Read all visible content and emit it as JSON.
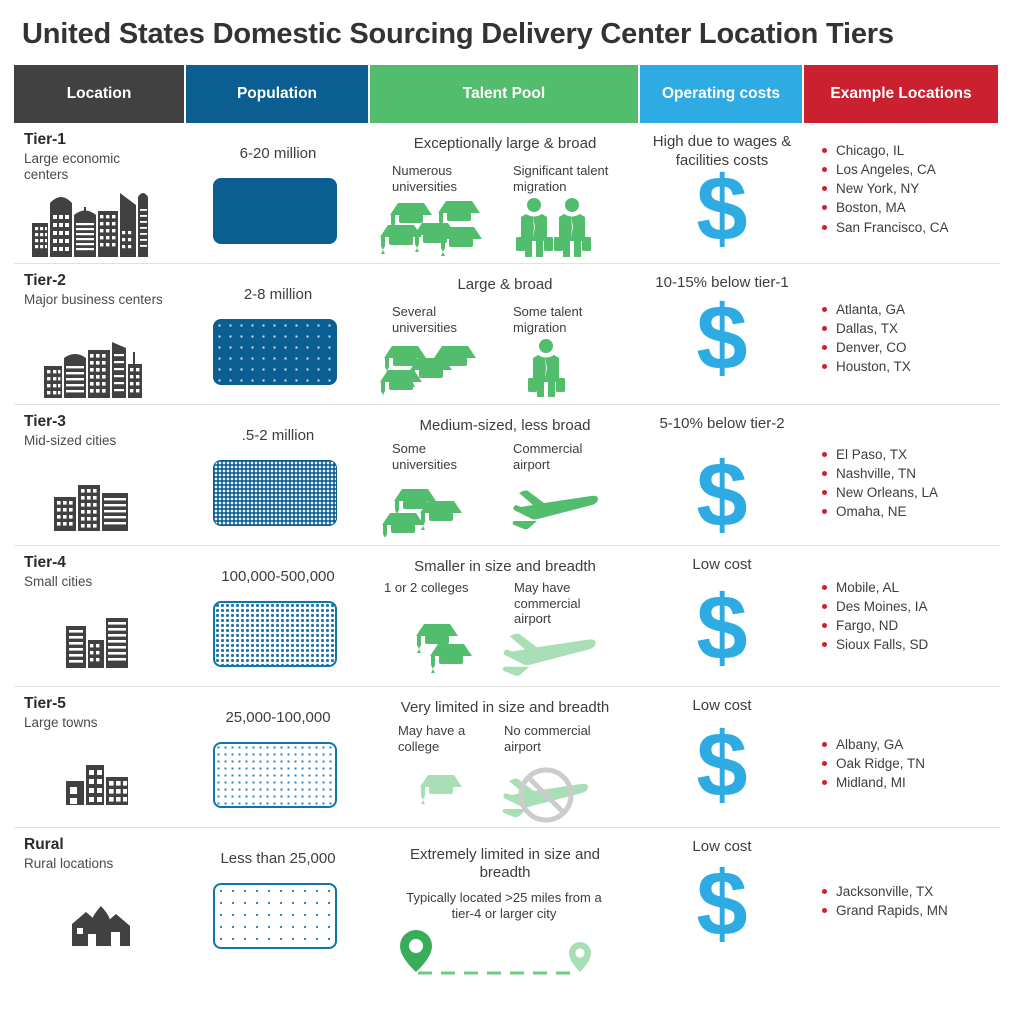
{
  "title": "United States Domestic Sourcing Delivery Center Location Tiers",
  "colors": {
    "location_header": "#414141",
    "population_header": "#0b5e91",
    "talent_header": "#52bd6c",
    "operating_header": "#2eabe2",
    "example_header": "#ca2030",
    "dollar": "#2eabe2",
    "bullet": "#cb2030",
    "green": "#52bd6c",
    "green_light": "#a9dfb6"
  },
  "headers": [
    {
      "label": "Location"
    },
    {
      "label": "Population"
    },
    {
      "label": "Talent Pool"
    },
    {
      "label": "Operating costs"
    },
    {
      "label": "Example Locations"
    }
  ],
  "rows": [
    {
      "tier": "Tier-1",
      "desc": "Large economic centers",
      "city_icon": "skyline-large-icon",
      "population": "6-20 million",
      "talent_head": "Exceptionally large & broad",
      "talent_left_label": "Numerous universities",
      "talent_left_icon": "graduation-caps-many-icon",
      "talent_right_label": "Significant talent migration",
      "talent_right_icon": "two-business-travelers-icon",
      "operating": "High due to wages & facilities costs",
      "examples": [
        "Chicago, IL",
        "Los Angeles, CA",
        "New York, NY",
        "Boston, MA",
        "San Francisco, CA"
      ]
    },
    {
      "tier": "Tier-2",
      "desc": "Major business centers",
      "city_icon": "skyline-medium-icon",
      "population": "2-8 million",
      "talent_head": "Large & broad",
      "talent_left_label": "Several universities",
      "talent_left_icon": "graduation-caps-several-icon",
      "talent_right_label": "Some talent migration",
      "talent_right_icon": "one-business-traveler-icon",
      "operating": "10-15% below tier-1",
      "examples": [
        "Atlanta, GA",
        "Dallas, TX",
        "Denver, CO",
        "Houston, TX"
      ]
    },
    {
      "tier": "Tier-3",
      "desc": "Mid-sized cities",
      "city_icon": "buildings-small-icon",
      "population": ".5-2 million",
      "talent_head": "Medium-sized, less broad",
      "talent_left_label": "Some universities",
      "talent_left_icon": "graduation-caps-some-icon",
      "talent_right_label": "Commercial airport",
      "talent_right_icon": "airplane-icon",
      "operating": "5-10% below tier-2",
      "examples": [
        "El Paso, TX",
        "Nashville, TN",
        "New Orleans, LA",
        "Omaha, NE"
      ]
    },
    {
      "tier": "Tier-4",
      "desc": "Small cities",
      "city_icon": "buildings-two-icon",
      "population": "100,000-500,000",
      "talent_head": "Smaller in size and breadth",
      "talent_left_label": "1 or 2 colleges",
      "talent_left_icon": "graduation-caps-two-icon",
      "talent_right_label": "May have commercial airport",
      "talent_right_icon": "airplane-faded-icon",
      "operating": "Low cost",
      "examples": [
        "Mobile, AL",
        "Des Moines, IA",
        "Fargo, ND",
        "Sioux Falls, SD"
      ]
    },
    {
      "tier": "Tier-5",
      "desc": "Large towns",
      "city_icon": "low-buildings-icon",
      "population": "25,000-100,000",
      "talent_head": "Very limited in size and breadth",
      "talent_left_label": "May have a college",
      "talent_left_icon": "graduation-cap-one-faded-icon",
      "talent_right_label": "No commercial airport",
      "talent_right_icon": "airplane-prohibited-icon",
      "operating": "Low cost",
      "examples": [
        "Albany, GA",
        "Oak Ridge, TN",
        "Midland, MI"
      ]
    },
    {
      "tier": "Rural",
      "desc": "Rural locations",
      "city_icon": "houses-rural-icon",
      "population": "Less than 25,000",
      "talent_head": "Extremely limited in size and breadth",
      "talent_left_label": "Typically located >25 miles from a tier-4 or larger city",
      "talent_left_icon": "map-pins-distance-icon",
      "talent_right_label": "",
      "talent_right_icon": "",
      "operating": "Low cost",
      "examples": [
        "Jacksonville, TX",
        "Grand Rapids, MN"
      ]
    }
  ]
}
